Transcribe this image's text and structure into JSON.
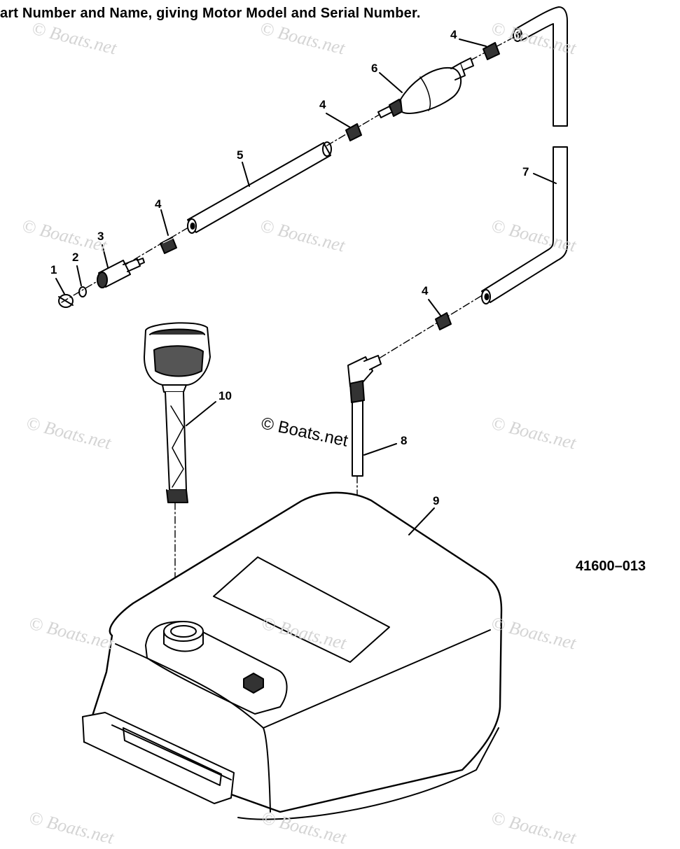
{
  "header": {
    "text": "art Number and Name, giving Motor Model and Serial Number."
  },
  "figure_number": "41600–013",
  "callouts": [
    "1",
    "2",
    "3",
    "4",
    "4",
    "4",
    "4",
    "5",
    "6",
    "7",
    "8",
    "9",
    "10"
  ],
  "watermark": {
    "text": "© Boats.net"
  }
}
